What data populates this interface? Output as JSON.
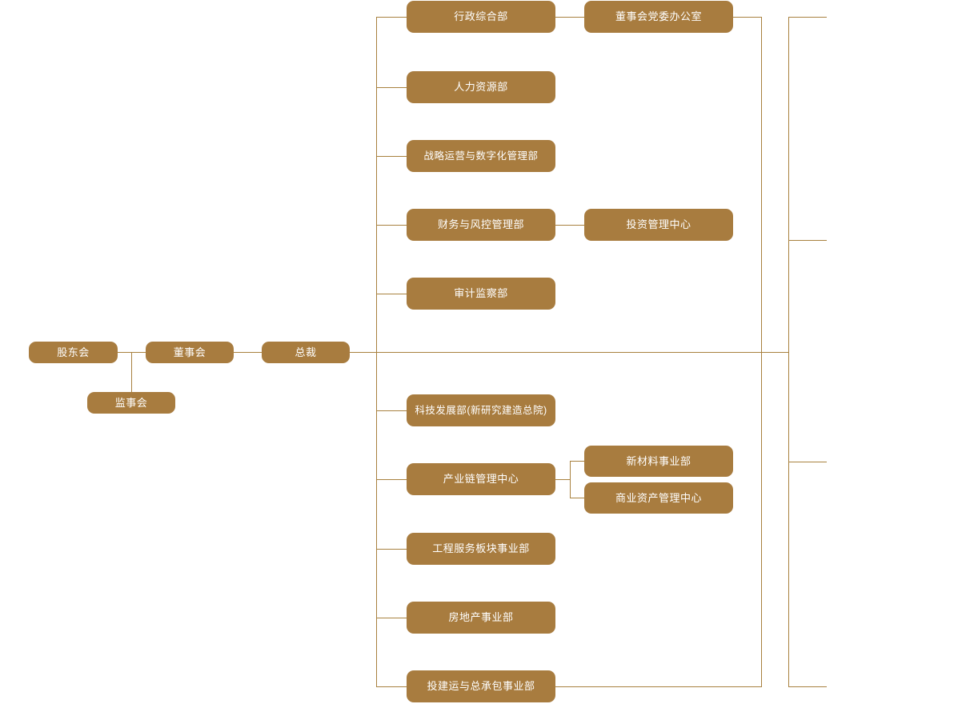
{
  "theme": {
    "node_fill": "#a87c3f",
    "node_text": "#ffffff",
    "connector": "#a8813f",
    "background": "#ffffff"
  },
  "chart_title": "",
  "org_chart": {
    "type": "org-tree",
    "orientation": "horizontal-left-to-right",
    "nodes": {
      "shareholders_meeting": "股东会",
      "board_of_directors": "董事会",
      "supervisory_board": "监事会",
      "president": "总裁"
    },
    "level2_departments": [
      {
        "id": "admin",
        "label": "行政综合部"
      },
      {
        "id": "hr",
        "label": "人力资源部"
      },
      {
        "id": "strategy",
        "label": "战略运营与数字化管理部"
      },
      {
        "id": "finance",
        "label": "财务与风控管理部"
      },
      {
        "id": "audit",
        "label": "审计监察部"
      },
      {
        "id": "tech",
        "label": "科技发展部(新研究建造总院)"
      },
      {
        "id": "industry_chain",
        "label": "产业链管理中心"
      },
      {
        "id": "engineering",
        "label": "工程服务板块事业部"
      },
      {
        "id": "real_estate",
        "label": "房地产事业部"
      },
      {
        "id": "epc",
        "label": "投建运与总承包事业部"
      }
    ],
    "level3_departments": [
      {
        "id": "party_office",
        "label": "董事会党委办公室",
        "parent": "admin"
      },
      {
        "id": "investment",
        "label": "投资管理中心",
        "parent": "finance"
      },
      {
        "id": "new_material",
        "label": "新材料事业部",
        "parent": "industry_chain"
      },
      {
        "id": "commercial_asset",
        "label": "商业资产管理中心",
        "parent": "industry_chain"
      }
    ]
  }
}
